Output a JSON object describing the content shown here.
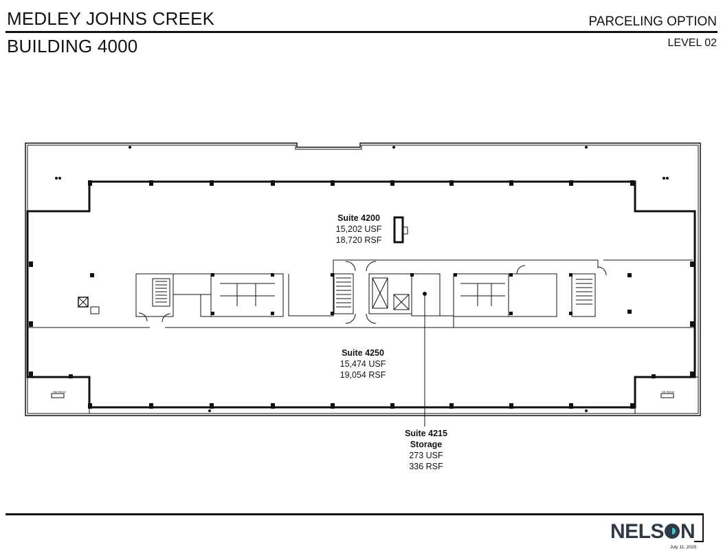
{
  "header": {
    "project": "MEDLEY JOHNS CREEK",
    "building": "BUILDING 4000",
    "option": "PARCELING OPTION",
    "level": "LEVEL 02"
  },
  "suites": [
    {
      "name": "Suite 4200",
      "usf": "15,202 USF",
      "rsf": "18,720 RSF"
    },
    {
      "name": "Suite 4250",
      "usf": "15,474 USF",
      "rsf": "19,054 RSF"
    },
    {
      "name": "Suite 4215",
      "sub": "Storage",
      "usf": "273 USF",
      "rsf": "336 RSF"
    }
  ],
  "patio_labels": {
    "left": "SW PATIO",
    "right": "SE PATIO"
  },
  "footer": {
    "brand": "NELSON",
    "brand_pre": "NELS",
    "brand_post": "N",
    "date": "July 11, 2025"
  },
  "colors": {
    "line": "#111111",
    "brand_dark": "#2e3a47",
    "brand_accent": "#3cc6d6"
  }
}
